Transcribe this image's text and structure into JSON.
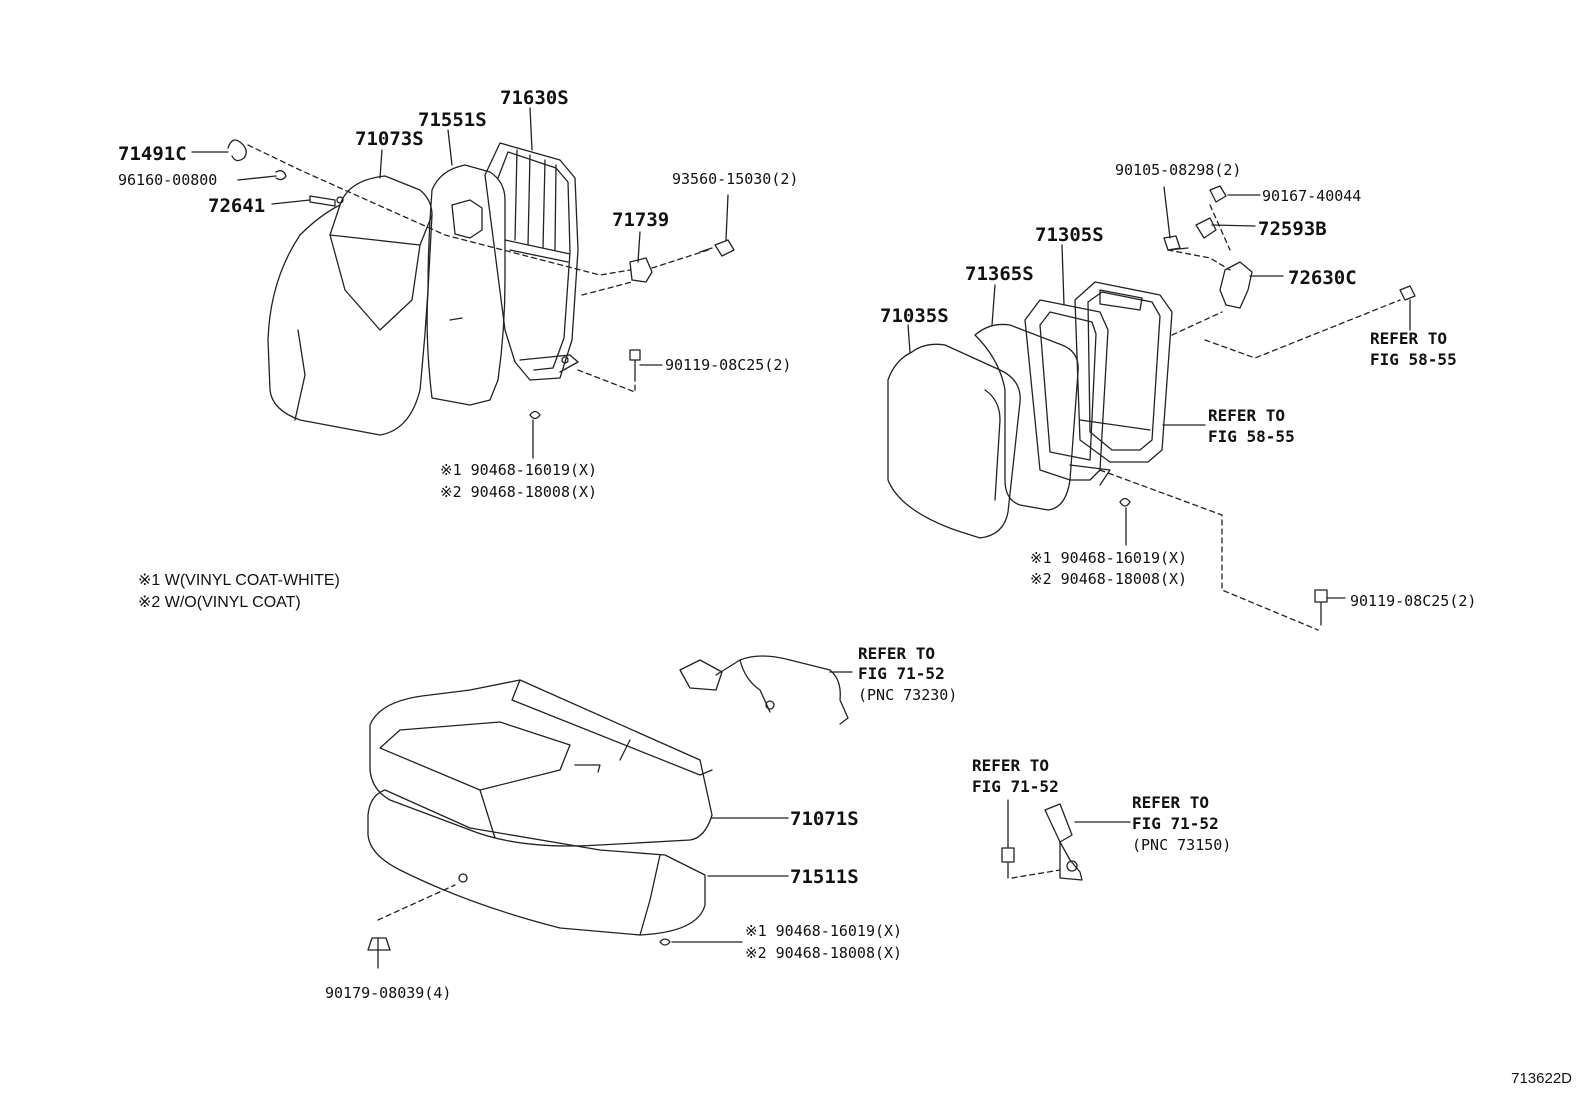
{
  "figure_id": "713622D",
  "notes": {
    "n1": "※1 W(VINYL COAT-WHITE)",
    "n2": "※2 W/O(VINYL COAT)"
  },
  "labels": {
    "p71491C": "71491C",
    "p96160": "96160-00800",
    "p72641": "72641",
    "p71073S": "71073S",
    "p71551S": "71551S",
    "p71630S": "71630S",
    "p71739": "71739",
    "p93560": "93560-15030(2)",
    "p90119a": "90119-08C25(2)",
    "p90468a1": "※1 90468-16019(X)",
    "p90468a2": "※2 90468-18008(X)",
    "p90105": "90105-08298(2)",
    "p90167": "90167-40044",
    "p72593B": "72593B",
    "p72630C": "72630C",
    "p71305S": "71305S",
    "p71365S": "71365S",
    "p71035S": "71035S",
    "refer5855a_1": "REFER TO",
    "refer5855a_2": "FIG 58-55",
    "refer5855b_1": "REFER TO",
    "refer5855b_2": "FIG 58-55",
    "p90468b1": "※1 90468-16019(X)",
    "p90468b2": "※2 90468-18008(X)",
    "p90119b": "90119-08C25(2)",
    "refer7152a_1": "REFER TO",
    "refer7152a_2": "FIG 71-52",
    "refer7152a_3": "(PNC 73230)",
    "p71071S": "71071S",
    "p71511S": "71511S",
    "refer7152b_1": "REFER TO",
    "refer7152b_2": "FIG 71-52",
    "refer7152c_1": "REFER TO",
    "refer7152c_2": "FIG 71-52",
    "refer7152c_3": "(PNC 73150)",
    "p90468c1": "※1 90468-16019(X)",
    "p90468c2": "※2 90468-18008(X)",
    "p90179": "90179-08039(4)"
  }
}
